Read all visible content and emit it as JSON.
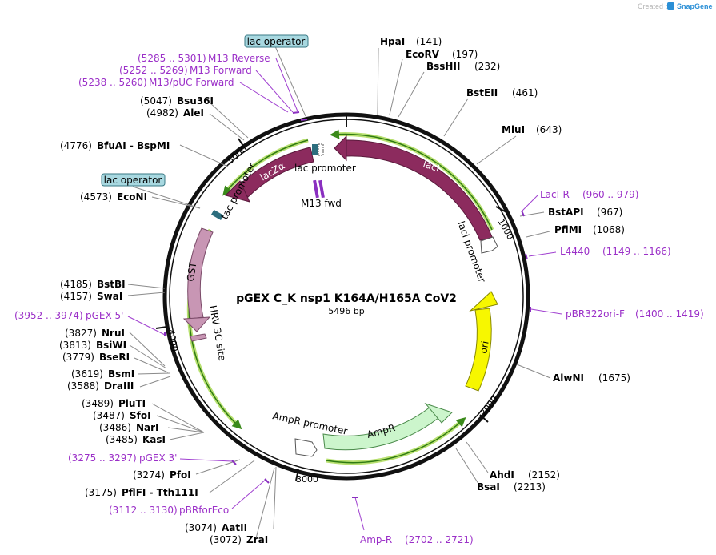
{
  "credit": {
    "prefix": "Created by",
    "brand": "SnapGene"
  },
  "plasmid": {
    "name": "pGEX C_K nsp1 K164A/H165A CoV2",
    "size": "5496 bp"
  },
  "ticks": {
    "t1000": "1000",
    "t2000": "2000",
    "t3000": "3000",
    "t4000": "4000",
    "t5000": "5000"
  },
  "labels": {
    "lac_operator_top": "lac operator",
    "lac_operator_left": "lac operator"
  },
  "features": {
    "lacI": "lacI",
    "lacI_promoter": "lacI promoter",
    "lacZ": "lacZα",
    "lac_promoter": "lac promoter",
    "M13_fwd": "M13 fwd",
    "tac_promoter": "tac promoter",
    "GST": "GST",
    "HRV_3C_site": "HRV 3C site",
    "ori": "ori",
    "AmpR": "AmpR",
    "AmpR_promoter": "AmpR promoter"
  },
  "sites": {
    "HpaI": {
      "name": "HpaI",
      "pos": "(141)"
    },
    "EcoRV": {
      "name": "EcoRV",
      "pos": "(197)"
    },
    "BssHII": {
      "name": "BssHII",
      "pos": "(232)"
    },
    "BstEII": {
      "name": "BstEII",
      "pos": "(461)"
    },
    "MluI": {
      "name": "MluI",
      "pos": "(643)"
    },
    "BstAPI": {
      "name": "BstAPI",
      "pos": "(967)"
    },
    "PflMI": {
      "name": "PflMI",
      "pos": "(1068)"
    },
    "AlwNI": {
      "name": "AlwNI",
      "pos": "(1675)"
    },
    "AhdI": {
      "name": "AhdI",
      "pos": "(2152)"
    },
    "BsaI": {
      "name": "BsaI",
      "pos": "(2213)"
    },
    "Bsu36I": {
      "name": "Bsu36I",
      "pos": "(5047)"
    },
    "AleI": {
      "name": "AleI",
      "pos": "(4982)"
    },
    "BfuAI": {
      "name": "BfuAI  - BspMI",
      "pos": "(4776)"
    },
    "EcoNI": {
      "name": "EcoNI",
      "pos": "(4573)"
    },
    "BstBI": {
      "name": "BstBI",
      "pos": "(4185)"
    },
    "SwaI": {
      "name": "SwaI",
      "pos": "(4157)"
    },
    "NruI": {
      "name": "NruI",
      "pos": "(3827)"
    },
    "BsiWI": {
      "name": "BsiWI",
      "pos": "(3813)"
    },
    "BseRI": {
      "name": "BseRI",
      "pos": "(3779)"
    },
    "BsmI": {
      "name": "BsmI",
      "pos": "(3619)"
    },
    "DraIII": {
      "name": "DraIII",
      "pos": "(3588)"
    },
    "PluTI": {
      "name": "PluTI",
      "pos": "(3489)"
    },
    "SfoI": {
      "name": "SfoI",
      "pos": "(3487)"
    },
    "NarI": {
      "name": "NarI",
      "pos": "(3486)"
    },
    "KasI": {
      "name": "KasI",
      "pos": "(3485)"
    },
    "PfoI": {
      "name": "PfoI",
      "pos": "(3274)"
    },
    "PflFI": {
      "name": "PflFI  - Tth111I",
      "pos": "(3175)"
    },
    "AatII": {
      "name": "AatII",
      "pos": "(3074)"
    },
    "ZraI": {
      "name": "ZraI",
      "pos": "(3072)"
    }
  },
  "primers": {
    "LacI_R": {
      "name": "LacI-R",
      "range": "(960 .. 979)"
    },
    "L4440": {
      "name": "L4440",
      "range": "(1149 .. 1166)"
    },
    "pBR322ori_F": {
      "name": "pBR322ori-F",
      "range": "(1400 .. 1419)"
    },
    "Amp_R": {
      "name": "Amp-R",
      "range": "(2702 .. 2721)"
    },
    "M13_Reverse": {
      "name": "M13 Reverse",
      "range": "(5285 .. 5301)"
    },
    "M13_Forward": {
      "name": "M13 Forward",
      "range": "(5252 .. 5269)"
    },
    "M13_pUC_Forward": {
      "name": "M13/pUC Forward",
      "range": "(5238 .. 5260)"
    },
    "pGEX_5": {
      "name": "pGEX 5'",
      "range": "(3952 .. 3974)"
    },
    "pGEX_3": {
      "name": "pGEX 3'",
      "range": "(3275 .. 3297)"
    },
    "pBRforEco": {
      "name": "pBRforEco",
      "range": "(3112 .. 3130)"
    }
  }
}
